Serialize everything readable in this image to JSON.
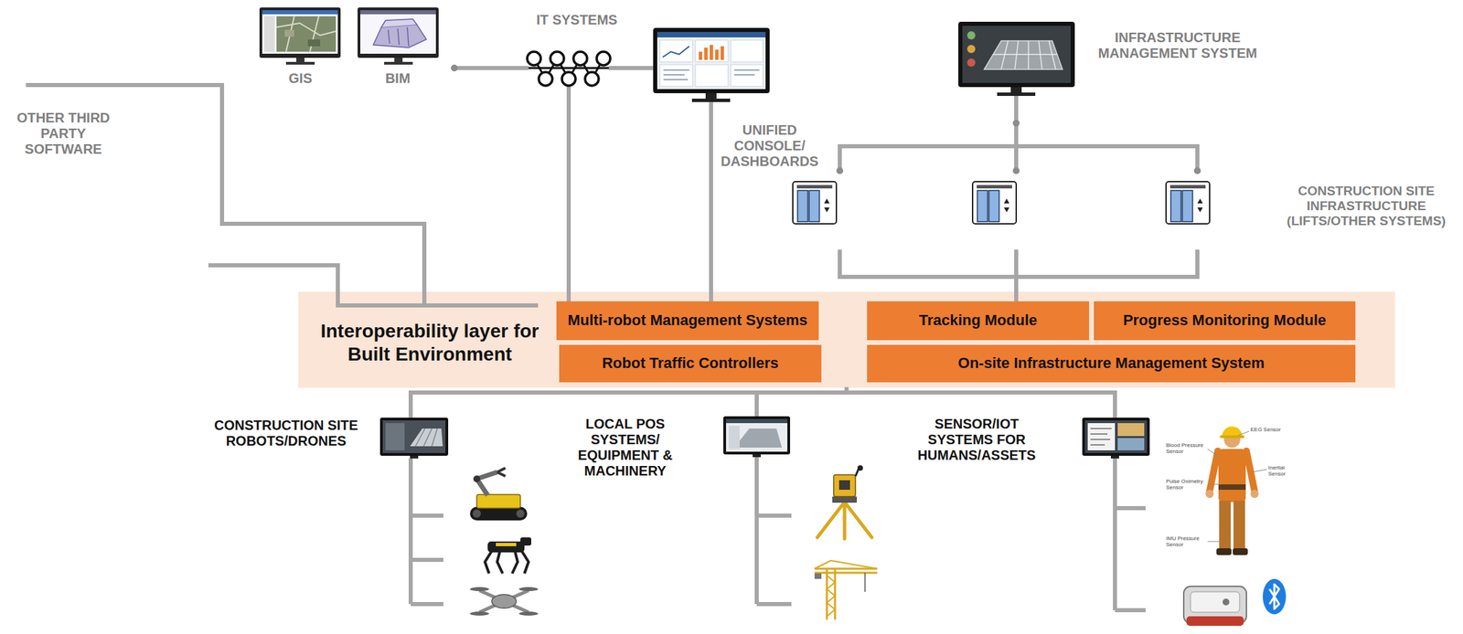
{
  "diagram": {
    "nodes": [
      {
        "text": [
          "Interoperability layer for Built Environment"
        ]
      },
      {
        "text": [
          "Multi-robot Management Systems"
        ],
        "in": 0
      },
      {
        "text": [
          "Robot Traffic Controllers"
        ],
        "in": 0
      },
      {
        "text": [
          "Tracking Module"
        ],
        "in": 0
      },
      {
        "text": [
          "Progress Monitoring Module"
        ],
        "in": 0
      },
      {
        "text": [
          "On-site Infrastructure Management System"
        ],
        "in": 0
      }
    ],
    "labels": [
      "GIS",
      "BIM",
      "IT SYSTEMS",
      "UNIFIED CONSOLE/ DASHBOARDS",
      "INFRASTRUCTURE MANAGEMENT SYSTEM",
      "OTHER THIRD PARTY SOFTWARE",
      "CONSTRUCTION SITE INFRASTRUCTURE (LIFTS/OTHER SYSTEMS)",
      "CONSTRUCTION SITE ROBOTS/DRONES",
      "LOCAL POS SYSTEMS/ EQUIPMENT & MACHINERY",
      "SENSOR/IOT SYSTEMS FOR HUMANS/ASSETS",
      "Blood Pressure Sensor",
      "EEG Sensor",
      "Inertial Sensor",
      "Pulse Oximetry Sensor",
      "IMU Pressure Sensor"
    ]
  }
}
